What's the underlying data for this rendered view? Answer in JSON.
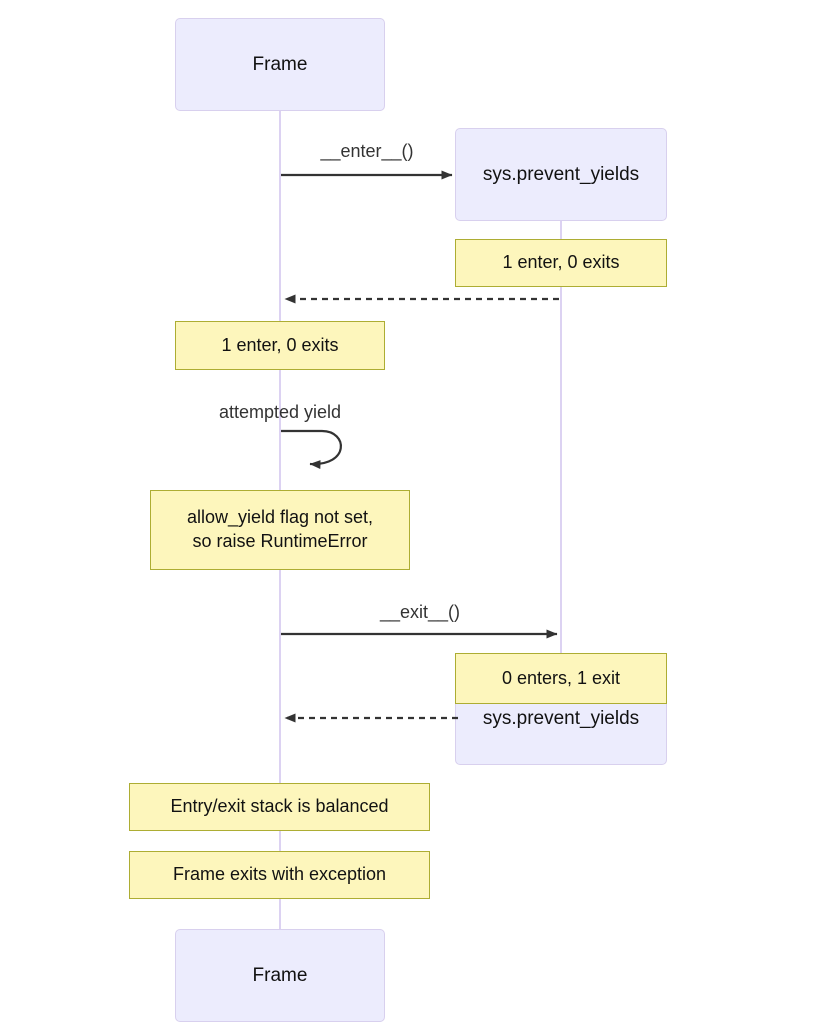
{
  "diagram": {
    "type": "sequence-diagram",
    "background": "#ffffff",
    "colors": {
      "participant_fill": "#ececfd",
      "participant_border": "#d8d0ee",
      "note_fill": "#fdf6bc",
      "note_border": "#adad33",
      "lifeline": "#dcd2f2",
      "arrow": "#333333",
      "text": "#121212",
      "label_text": "#333333"
    },
    "participants": [
      {
        "id": "frame",
        "label": "Frame"
      },
      {
        "id": "prevent",
        "label": "sys.prevent_yields"
      }
    ],
    "participant_boxes": {
      "frame_top": "Frame",
      "prevent_top": "sys.prevent_yields",
      "prevent_bottom": "sys.prevent_yields",
      "frame_bottom": "Frame"
    },
    "messages": [
      {
        "id": "enter",
        "label": "__enter__()",
        "from": "frame",
        "to": "prevent",
        "style": "solid",
        "arrow": "filled"
      },
      {
        "id": "return1",
        "label": "",
        "from": "prevent",
        "to": "frame",
        "style": "dashed",
        "arrow": "filled"
      },
      {
        "id": "self",
        "label": "attempted yield",
        "from": "frame",
        "to": "frame",
        "style": "solid",
        "arrow": "filled"
      },
      {
        "id": "exit",
        "label": "__exit__()",
        "from": "frame",
        "to": "prevent",
        "style": "solid",
        "arrow": "filled"
      },
      {
        "id": "return2",
        "label": "",
        "from": "prevent",
        "to": "frame",
        "style": "dashed",
        "arrow": "filled"
      }
    ],
    "notes": [
      {
        "id": "note-right-1",
        "text": "1 enter, 0 exits",
        "over": "prevent"
      },
      {
        "id": "note-left-1",
        "text": "1 enter, 0 exits",
        "over": "frame"
      },
      {
        "id": "note-left-2",
        "text": "allow_yield flag not set,\nso raise RuntimeError",
        "over": "frame"
      },
      {
        "id": "note-right-2",
        "text": "0 enters, 1 exit",
        "over": "prevent"
      },
      {
        "id": "note-left-3",
        "text": "Entry/exit stack is balanced",
        "over": "frame"
      },
      {
        "id": "note-left-4",
        "text": "Frame exits with exception",
        "over": "frame"
      }
    ]
  }
}
